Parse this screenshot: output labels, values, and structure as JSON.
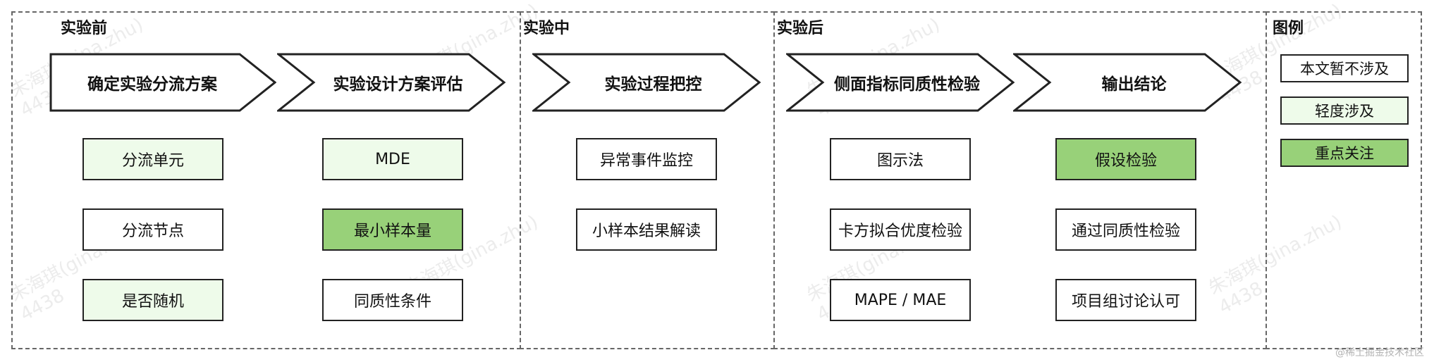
{
  "sections": {
    "before": {
      "title": "实验前"
    },
    "during": {
      "title": "实验中"
    },
    "after": {
      "title": "实验后"
    },
    "legend": {
      "title": "图例"
    }
  },
  "steps": [
    "确定实验分流方案",
    "实验设计方案评估",
    "实验过程把控",
    "侧面指标同质性检验",
    "输出结论"
  ],
  "boxes": {
    "c1": [
      {
        "label": "分流单元",
        "level": "light"
      },
      {
        "label": "分流节点",
        "level": "none"
      },
      {
        "label": "是否随机",
        "level": "light"
      }
    ],
    "c2": [
      {
        "label": "MDE",
        "level": "light"
      },
      {
        "label": "最小样本量",
        "level": "heavy"
      },
      {
        "label": "同质性条件",
        "level": "none"
      }
    ],
    "c3": [
      {
        "label": "异常事件监控",
        "level": "none"
      },
      {
        "label": "小样本结果解读",
        "level": "none"
      }
    ],
    "c4": [
      {
        "label": "图示法",
        "level": "none"
      },
      {
        "label": "卡方拟合优度检验",
        "level": "none"
      },
      {
        "label": "MAPE / MAE",
        "level": "none"
      }
    ],
    "c5": [
      {
        "label": "假设检验",
        "level": "heavy"
      },
      {
        "label": "通过同质性检验",
        "level": "none"
      },
      {
        "label": "项目组讨论认可",
        "level": "none"
      }
    ]
  },
  "legend": [
    {
      "label": "本文暂不涉及",
      "level": "none"
    },
    {
      "label": "轻度涉及",
      "level": "light"
    },
    {
      "label": "重点关注",
      "level": "heavy"
    }
  ],
  "colors": {
    "none": "#ffffff",
    "light": "#eefbea",
    "heavy": "#98d179",
    "border": "#222222"
  },
  "watermark": {
    "name": "朱海琪(gina.zhu)",
    "id": "4438"
  },
  "credit": "@稀土掘金技术社区"
}
